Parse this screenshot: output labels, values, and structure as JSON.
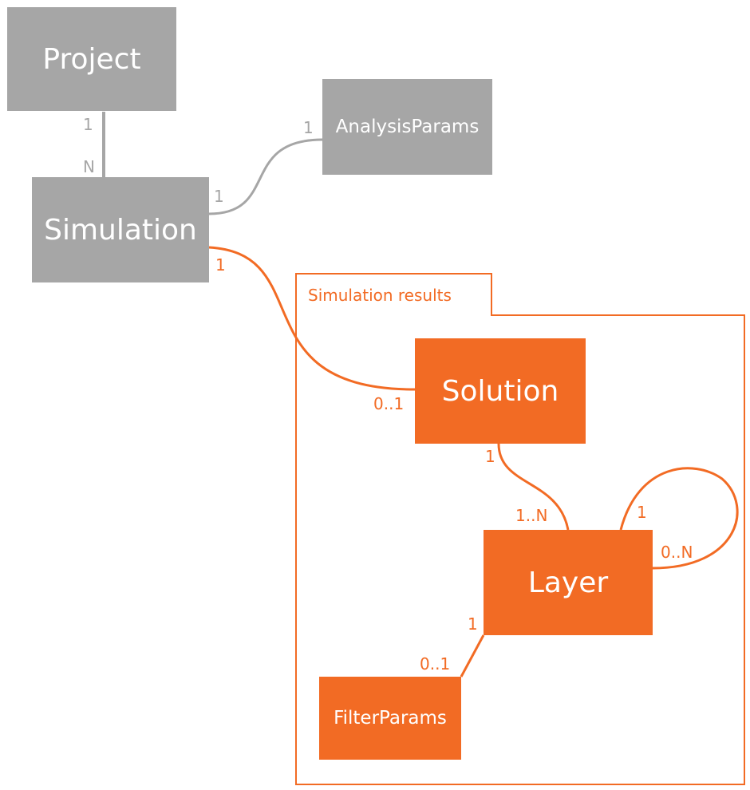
{
  "group": {
    "title": "Simulation results"
  },
  "entities": {
    "project": "Project",
    "analysis_params": "AnalysisParams",
    "simulation": "Simulation",
    "solution": "Solution",
    "layer": "Layer",
    "filter_params": "FilterParams"
  },
  "relations": {
    "project_simulation": {
      "project_end": "1",
      "simulation_end": "N"
    },
    "simulation_analysis": {
      "simulation_end": "1",
      "analysis_end": "1"
    },
    "simulation_solution": {
      "simulation_end": "1",
      "solution_end": "0..1"
    },
    "solution_layer": {
      "solution_end": "1",
      "layer_end": "1..N"
    },
    "layer_self": {
      "parent_end": "1",
      "child_end": "0..N"
    },
    "layer_filter": {
      "layer_end": "1",
      "filter_end": "0..1"
    }
  },
  "colors": {
    "gray": "#a6a6a6",
    "orange": "#f26b24"
  }
}
